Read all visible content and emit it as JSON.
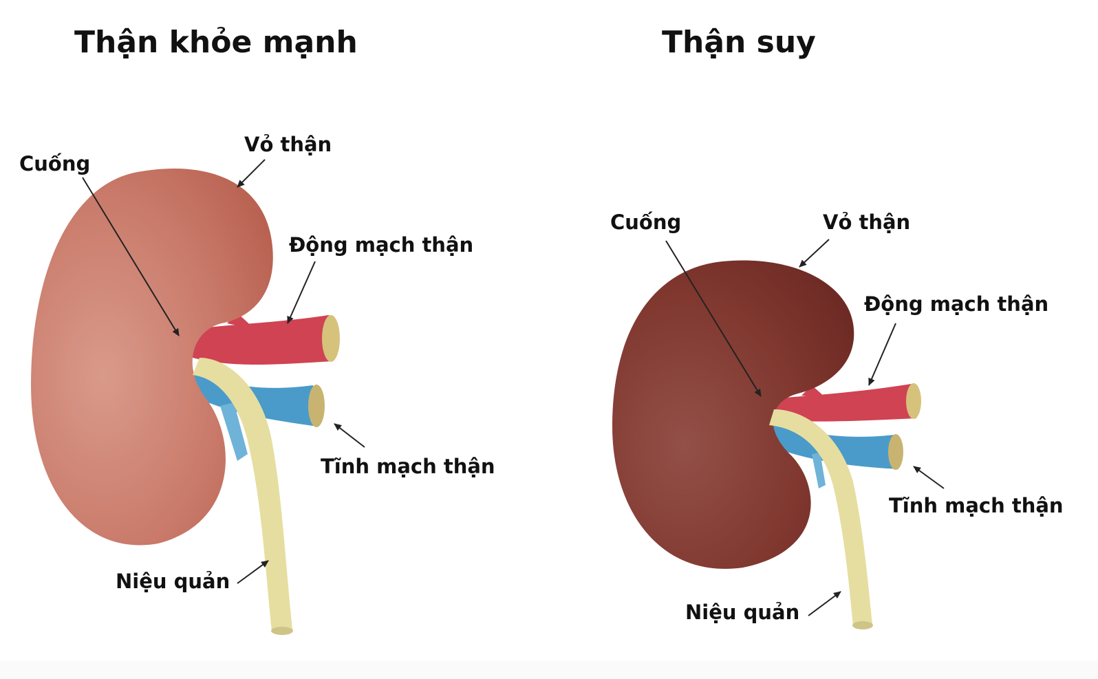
{
  "colors": {
    "healthy_kidney": "#c97a6a",
    "failing_kidney": "#80382f",
    "artery": "#cf4353",
    "vein": "#4a9bc9",
    "ureter": "#e6dea0"
  },
  "healthy": {
    "title": "Thận khỏe mạnh",
    "labels": {
      "hilum": "Cuống",
      "capsule": "Vỏ thận",
      "artery": "Động mạch thận",
      "vein": "Tĩnh mạch thận",
      "ureter": "Niệu quản"
    }
  },
  "failing": {
    "title": "Thận suy",
    "labels": {
      "hilum": "Cuống",
      "capsule": "Vỏ thận",
      "artery": "Động mạch thận",
      "vein": "Tĩnh mạch thận",
      "ureter": "Niệu quản"
    }
  }
}
